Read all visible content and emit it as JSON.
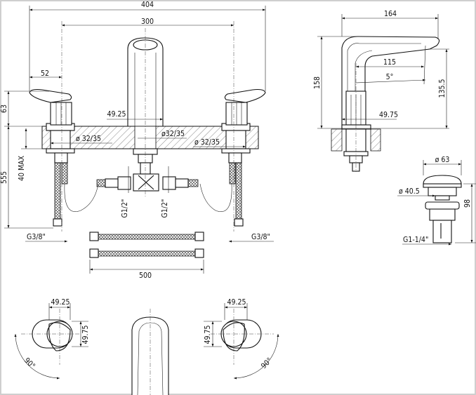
{
  "title": "Faucet technical drawing",
  "front_view": {
    "overall_width": "404",
    "handle_spacing": "300",
    "lever_offset": "52",
    "handle_height": "63",
    "spout_diameter": "49.25",
    "hole_left": "ø 32/35",
    "hole_center": "ø32/35",
    "hole_right": "ø 32/35",
    "total_depth": "555",
    "deck_thickness": "40 MAX",
    "inlet_left": "G1/2\"",
    "inlet_right": "G1/2\"",
    "connection_left": "G3/8\"",
    "connection_right": "G3/8\"",
    "hose_length": "500"
  },
  "side_view": {
    "depth": "164",
    "reach": "115",
    "angle": "5°",
    "height": "158",
    "outlet_height": "135.5",
    "base_diameter": "49.75"
  },
  "drain": {
    "cap_diameter": "ø 63",
    "body_diameter": "ø 40.5",
    "height": "98",
    "thread": "G1-1/4\""
  },
  "plan_views": {
    "left": {
      "width": "49.25",
      "depth": "49.75",
      "rotation": "90°"
    },
    "right": {
      "width": "49.25",
      "depth": "49.75",
      "rotation": "90°"
    }
  }
}
